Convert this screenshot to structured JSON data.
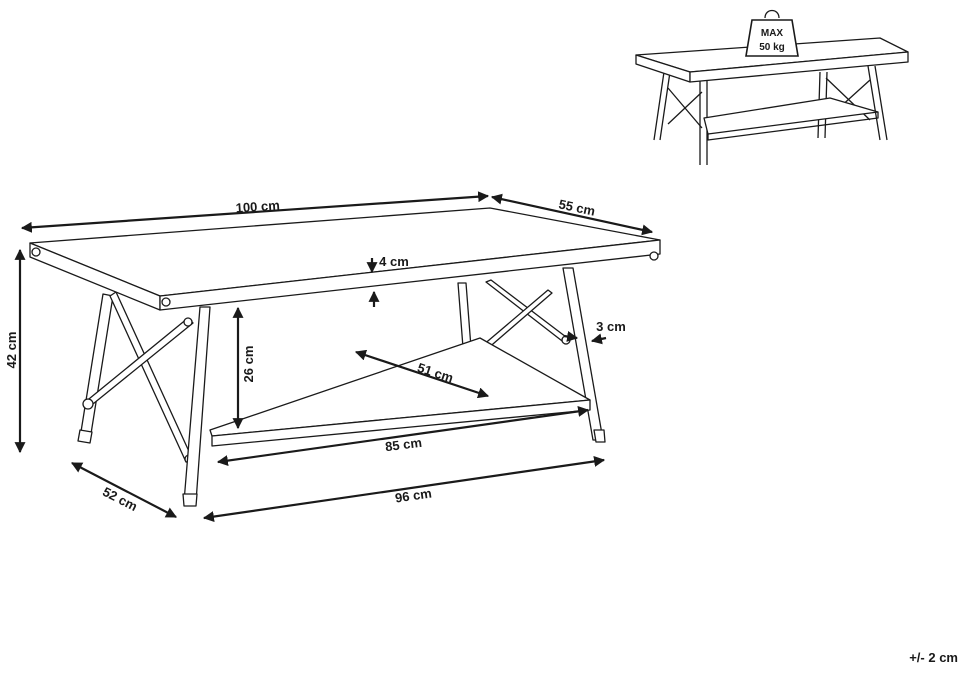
{
  "dimensions": {
    "top_length": "100 cm",
    "top_depth": "55 cm",
    "top_thickness": "4 cm",
    "leg_width": "3 cm",
    "total_height": "42 cm",
    "shelf_clearance": "26 cm",
    "shelf_depth": "51 cm",
    "shelf_length": "85 cm",
    "base_length": "96 cm",
    "base_depth": "52 cm"
  },
  "weight_badge": {
    "line1": "MAX",
    "line2": "50 kg"
  },
  "tolerance": "+/- 2 cm"
}
